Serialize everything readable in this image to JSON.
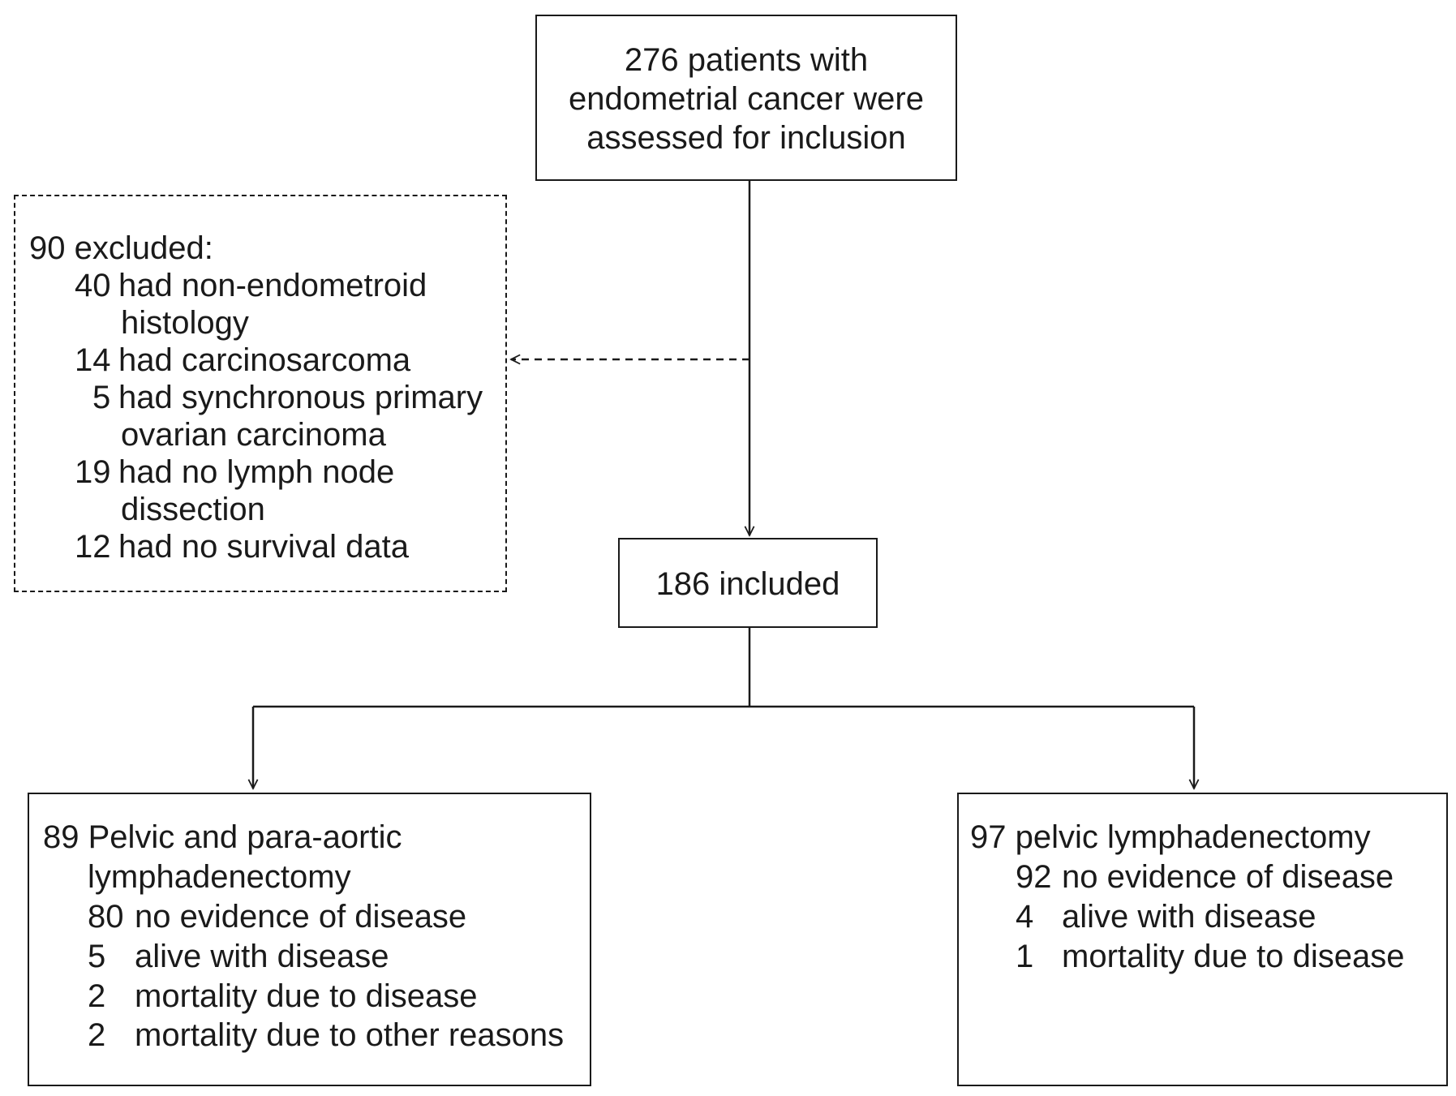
{
  "screening": {
    "line1": "276 patients with",
    "line2": "endometrial cancer were",
    "line3": "assessed for inclusion"
  },
  "excluded": {
    "heading": "90 excluded:",
    "items": [
      {
        "count": "40",
        "text": "had non-endometroid",
        "cont": "histology"
      },
      {
        "count": "14",
        "text": "had carcinosarcoma",
        "cont": ""
      },
      {
        "count": "5",
        "text": "had synchronous primary",
        "cont": "ovarian carcinoma"
      },
      {
        "count": "19",
        "text": "had no lymph node",
        "cont": "dissection"
      },
      {
        "count": "12",
        "text": "had no survival data",
        "cont": ""
      }
    ]
  },
  "included": {
    "label": "186 included"
  },
  "groups": [
    {
      "title": "89 Pelvic and para-aortic",
      "title_cont": "lymphadenectomy",
      "outcomes": [
        {
          "count": "80",
          "label": "no evidence of disease"
        },
        {
          "count": "5",
          "label": "alive with disease"
        },
        {
          "count": "2",
          "label": "mortality due to disease"
        },
        {
          "count": "2",
          "label": "mortality due to other reasons"
        }
      ]
    },
    {
      "title": "97 pelvic lymphadenectomy",
      "title_cont": "",
      "outcomes": [
        {
          "count": "92",
          "label": "no evidence of disease"
        },
        {
          "count": "4",
          "label": "alive with disease"
        },
        {
          "count": "1",
          "label": "mortality due to disease"
        }
      ]
    }
  ]
}
